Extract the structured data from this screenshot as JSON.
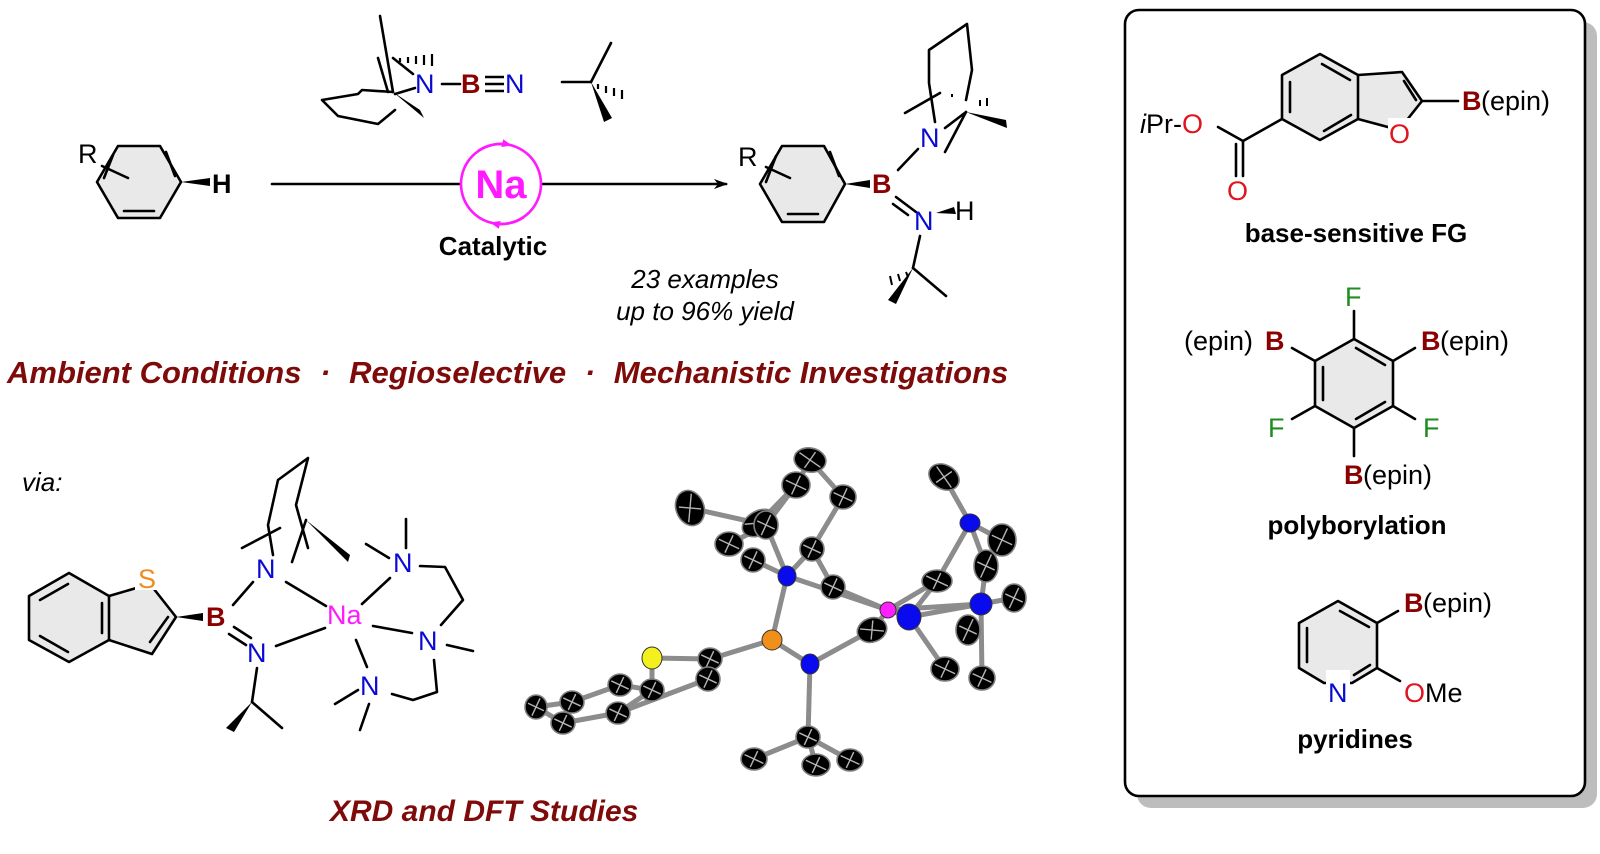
{
  "colors": {
    "boron": "#8b0000",
    "nitrogen": "#0a0ad2",
    "oxygen": "#e0141e",
    "fluorine": "#1f8c1f",
    "sulfur": "#f08c1e",
    "sodium": "#ff1aff",
    "headline": "#7f0a0a"
  },
  "scheme": {
    "reactant": {
      "substituent": "R",
      "hydrogen": "H"
    },
    "reagent": {
      "n1": "N",
      "bond_dash": "–",
      "b": "B",
      "triple": "≡",
      "n2": "N"
    },
    "catalyst": {
      "metal": "Na",
      "label": "Catalytic"
    },
    "product": {
      "substituent": "R",
      "b": "B",
      "n_amine": "N",
      "n_imine": "N",
      "h": "H"
    },
    "scope_text": {
      "line1": "23 examples",
      "line2": "up to 96% yield"
    }
  },
  "headline": {
    "items": [
      "Ambient Conditions",
      "Regioselective",
      "Mechanistic Investigations"
    ],
    "separator": "·"
  },
  "intermediate": {
    "via_label": "via:",
    "atoms": {
      "s": "S",
      "b": "B",
      "n_amine": "N",
      "n_imine": "N",
      "na": "Na",
      "n_pm1": "N",
      "n_pm2": "N",
      "n_pm3": "N"
    },
    "caption": "XRD and DFT Studies"
  },
  "scope_box": {
    "examples": [
      {
        "name": "base-sensitive FG",
        "labels": {
          "ipr": "i",
          "ipr_rest": "Pr-",
          "o_ester": "O",
          "o_carbonyl": "O",
          "o_furan": "O",
          "b": "B",
          "epin": "(epin)"
        }
      },
      {
        "name": "polyborylation",
        "labels": {
          "f_top": "F",
          "f_left": "F",
          "f_right": "F",
          "b_left": "B",
          "epin_left": "(epin)",
          "b_right": "B",
          "epin_right": "(epin)",
          "b_bottom": "B",
          "epin_bottom": "(epin)"
        }
      },
      {
        "name": "pyridines",
        "labels": {
          "b": "B",
          "epin": "(epin)",
          "n": "N",
          "o": "O",
          "me": "Me"
        }
      }
    ]
  }
}
